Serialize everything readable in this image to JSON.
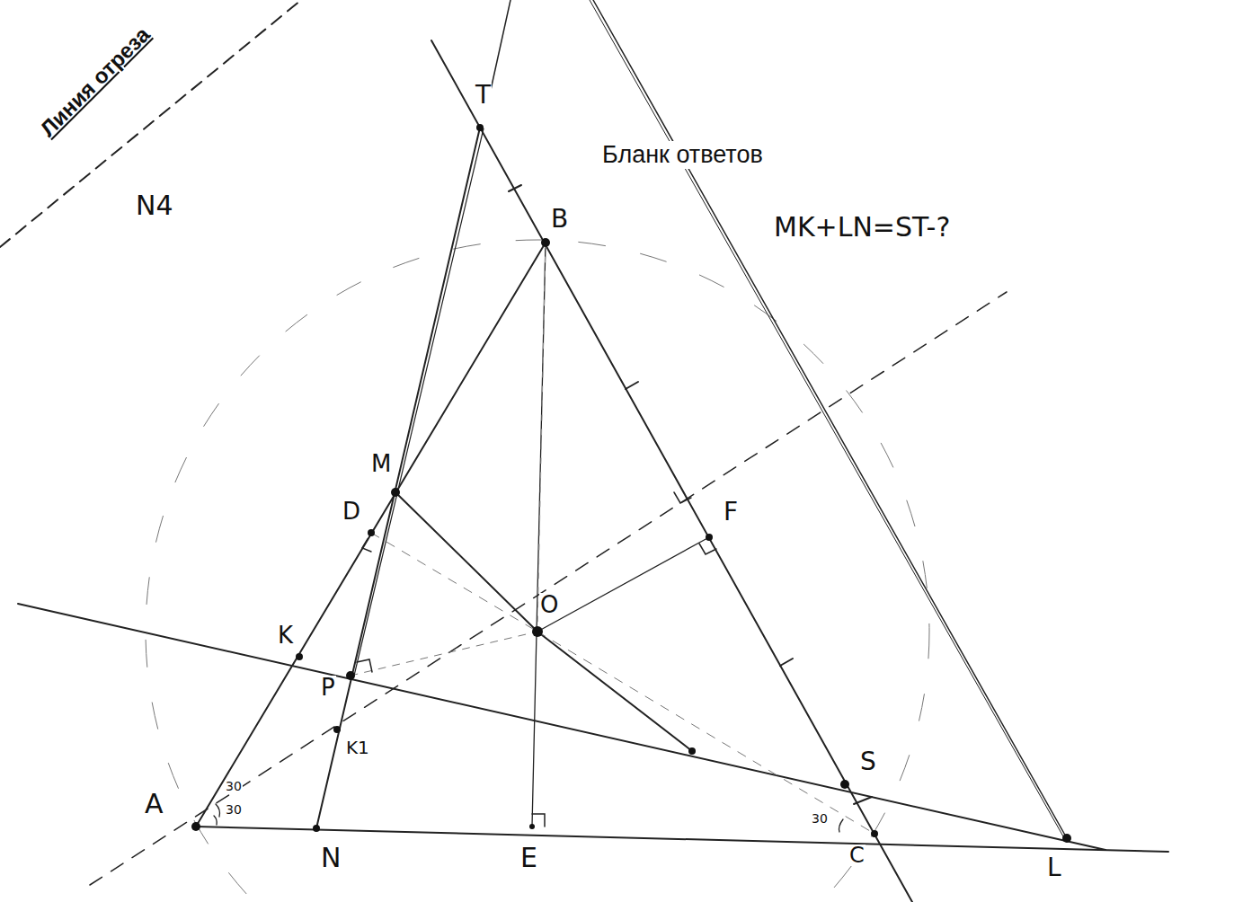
{
  "diagram": {
    "title": "Бланк ответов",
    "labels": [
      "Линия отреза",
      "N4",
      "MK+LN=ST-?",
      "T",
      "B",
      "M",
      "D",
      "K",
      "P",
      "A",
      "N",
      "E",
      "C",
      "L",
      "S",
      "F",
      "O",
      "30",
      "30",
      "30",
      "K1"
    ]
  }
}
